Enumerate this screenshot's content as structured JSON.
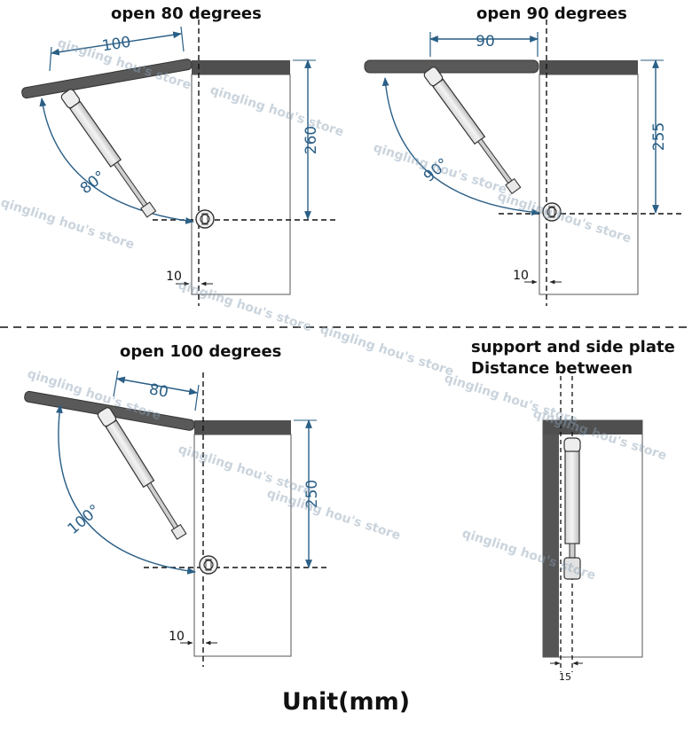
{
  "titles": {
    "p80": "open 80 degrees",
    "p90": "open 90 degrees",
    "p100": "open 100 degrees",
    "side_line1": "support and side plate",
    "side_line2": "Distance between"
  },
  "footer": {
    "unit": "Unit(mm)"
  },
  "panels": {
    "p80": {
      "width_dim": "100",
      "height_dim": "260",
      "angle": "80°",
      "offset": "10"
    },
    "p90": {
      "width_dim": "90",
      "height_dim": "255",
      "angle": "90°",
      "offset": "10"
    },
    "p100": {
      "width_dim": "80",
      "height_dim": "250",
      "angle": "100°",
      "offset": "10"
    },
    "side": {
      "gap": "15"
    }
  },
  "watermark": {
    "text": "qingling hou's store",
    "text_alt": "hou's storeqingling hou's store"
  },
  "colors": {
    "dimension": "#2a5f86",
    "lid": "#595959",
    "cabinet_top": "#4f4f4f",
    "outline": "#333333"
  }
}
